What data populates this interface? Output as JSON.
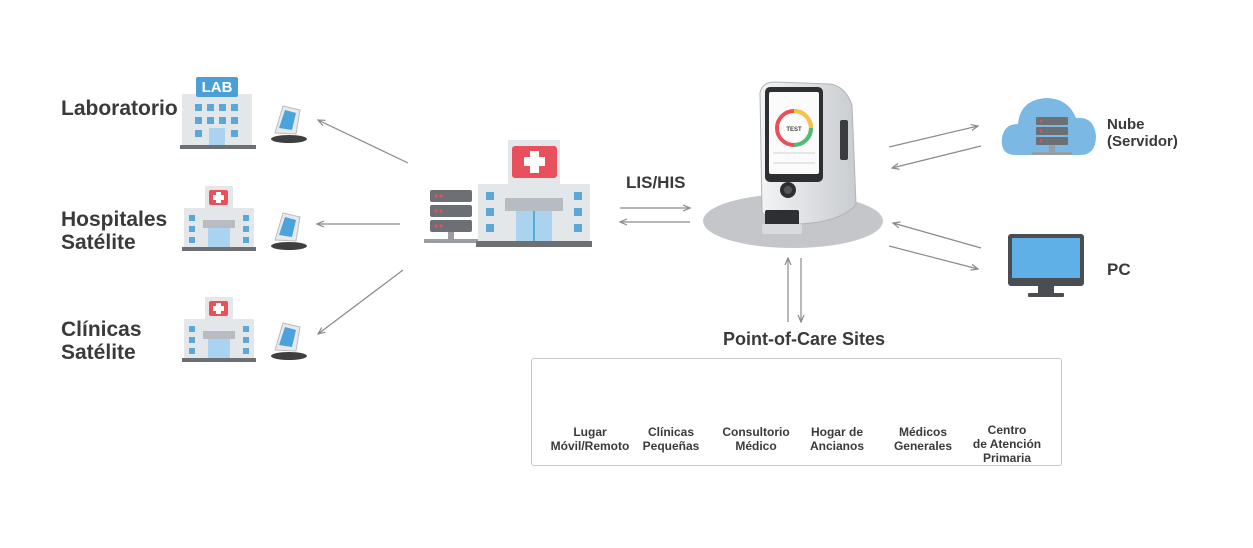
{
  "left_nodes": {
    "lab": "Laboratorio",
    "hospitals_line1": "Hospitales",
    "hospitals_line2": "Satélite",
    "clinics_line1": "Clínicas",
    "clinics_line2": "Satélite"
  },
  "lab_sign": "LAB",
  "link_label": "LIS/HIS",
  "device": {
    "screen_button": "TEST"
  },
  "right_nodes": {
    "cloud_line1": "Nube",
    "cloud_line2": "(Servidor)",
    "pc": "PC"
  },
  "poc": {
    "title": "Point-of-Care Sites",
    "sites": [
      {
        "line1": "Lugar",
        "line2": "Móvil/Remoto",
        "line3": "",
        "icon": "runner-phone-icon"
      },
      {
        "line1": "Clínicas",
        "line2": "Pequeñas",
        "line3": "",
        "icon": "house-cross-icon"
      },
      {
        "line1": "Consultorio",
        "line2": "Médico",
        "line3": "",
        "icon": "doctor-icon"
      },
      {
        "line1": "Hogar de",
        "line2": "Ancianos",
        "line3": "",
        "icon": "nurse-icon"
      },
      {
        "line1": "Médicos",
        "line2": "Generales",
        "line3": "",
        "icon": "hospital-building-icon"
      },
      {
        "line1": "Centro",
        "line2": "de Atención",
        "line3": "Primaria",
        "icon": "h-sign-icon"
      }
    ]
  },
  "colors": {
    "arrow": "#8a8a8a",
    "building_wall": "#e3e6ea",
    "window_blue": "#5aa8d8",
    "red_cross": "#e8505b",
    "cloud_blue": "#7cb8e4",
    "icon_grey": "#5a5f66",
    "server_grey": "#6c6f74"
  }
}
